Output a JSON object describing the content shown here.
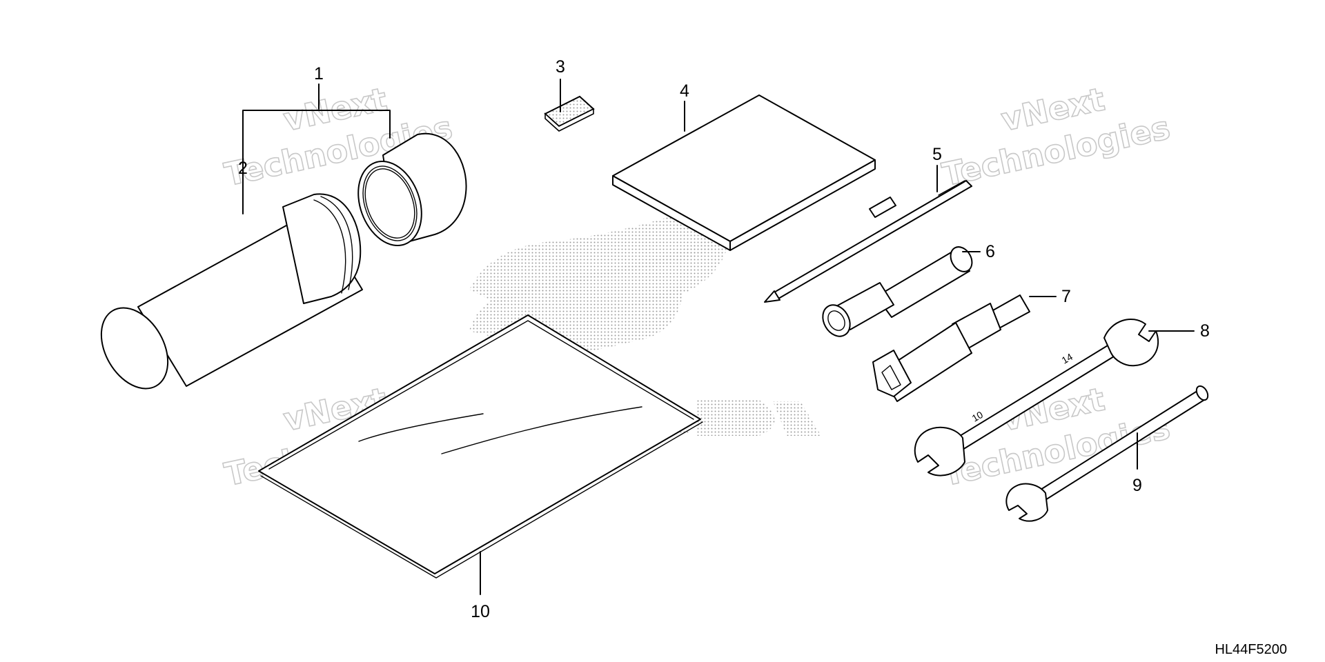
{
  "diagram": {
    "code": "HL44F5200",
    "watermark": {
      "line1": "vNext",
      "line2": "Technologies"
    },
    "callouts": [
      {
        "id": "1",
        "label": "1",
        "part": "tool-case"
      },
      {
        "id": "2",
        "label": "2",
        "part": "tool-case-body"
      },
      {
        "id": "3",
        "label": "3",
        "part": "label"
      },
      {
        "id": "4",
        "label": "4",
        "part": "owners-manual"
      },
      {
        "id": "5",
        "label": "5",
        "part": "screwdriver"
      },
      {
        "id": "6",
        "label": "6",
        "part": "screwdriver-grip"
      },
      {
        "id": "7",
        "label": "7",
        "part": "spark-plug-wrench"
      },
      {
        "id": "8",
        "label": "8",
        "part": "open-end-wrench-10x14"
      },
      {
        "id": "9",
        "label": "9",
        "part": "open-end-wrench"
      },
      {
        "id": "10",
        "label": "10",
        "part": "document-bag"
      }
    ],
    "wrench_marks": {
      "top": "14",
      "bottom": "10"
    },
    "colors": {
      "line": "#000000",
      "watermark": "#c8c8c8",
      "logo_dots": "#9a9a9a"
    }
  }
}
